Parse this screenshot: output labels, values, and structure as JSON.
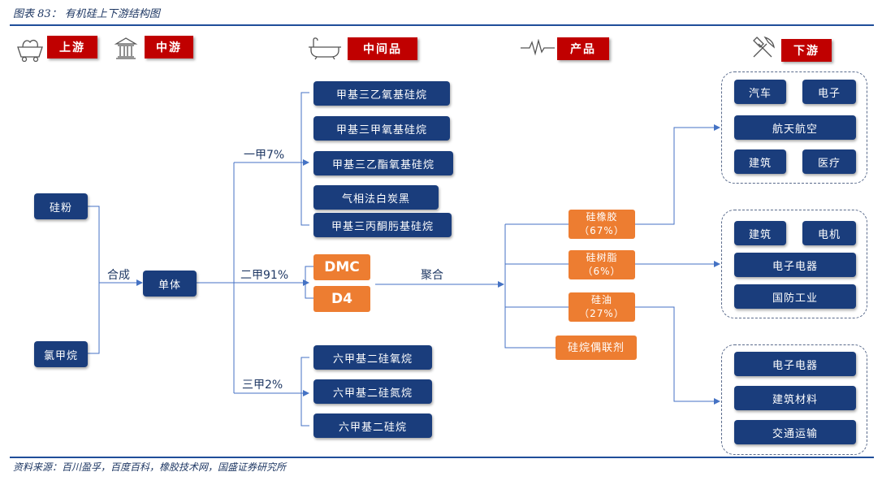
{
  "caption": "图表 83： 有机硅上下游结构图",
  "source": "资料来源：百川盈孚，百度百科，橡胶技术网，国盛证券研究所",
  "colors": {
    "navy": "#1a3d7c",
    "orange": "#ed7d31",
    "header_red": "#c00000",
    "line": "#4472c4"
  },
  "headers": {
    "upstream": {
      "label": "上游",
      "icon": "mine-cart-icon"
    },
    "midstream": {
      "label": "中游",
      "icon": "factory-building-icon"
    },
    "intermediate": {
      "label": "中间品",
      "icon": "bathtub-icon"
    },
    "products": {
      "label": "产品",
      "icon": "pulse-wave-icon"
    },
    "downstream": {
      "label": "下游",
      "icon": "hammer-pick-icon"
    }
  },
  "raw": {
    "silicon_powder": "硅粉",
    "chloromethane": "氯甲烷"
  },
  "synthesis_label": "合成",
  "monomer": "单体",
  "branches": {
    "mono": "一甲7%",
    "di": "二甲91%",
    "tri": "三甲2%"
  },
  "mono_products": [
    "甲基三乙氧基硅烷",
    "甲基三甲氧基硅烷",
    "甲基三乙酯氧基硅烷",
    "气相法白炭黑",
    "甲基三丙酮肟基硅烷"
  ],
  "di_products": [
    "DMC",
    "D4"
  ],
  "tri_products": [
    "六甲基二硅氧烷",
    "六甲基二硅氮烷",
    "六甲基二硅烷"
  ],
  "polymerization_label": "聚合",
  "products": {
    "rubber": {
      "name": "硅橡胶",
      "share": "（67%）"
    },
    "resin": {
      "name": "硅树脂",
      "share": "（6%）"
    },
    "oil": {
      "name": "硅油",
      "share": "（27%）"
    },
    "coupling": {
      "name": "硅烷偶联剂"
    }
  },
  "downstream": {
    "group1": [
      "汽车",
      "电子",
      "航天航空",
      "建筑",
      "医疗"
    ],
    "group2": [
      "建筑",
      "电机",
      "电子电器",
      "国防工业"
    ],
    "group3": [
      "电子电器",
      "建筑材料",
      "交通运输"
    ]
  }
}
